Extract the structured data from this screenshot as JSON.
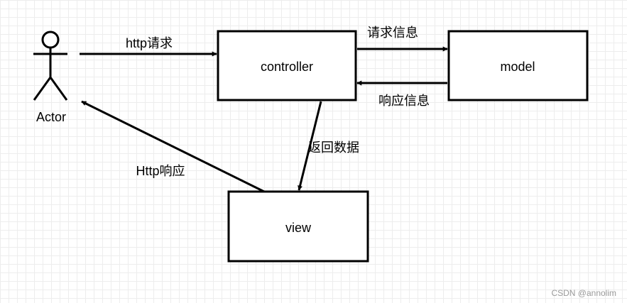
{
  "actor": {
    "label": "Actor"
  },
  "nodes": {
    "controller": "controller",
    "model": "model",
    "view": "view"
  },
  "edges": {
    "http_request": "http请求",
    "request_info": "请求信息",
    "response_info": "响应信息",
    "return_data": "返回数据",
    "http_response": "Http响应"
  },
  "watermark": "CSDN @annolim",
  "colors": {
    "stroke": "#000000",
    "grid": "#ededed",
    "background": "#ffffff"
  }
}
